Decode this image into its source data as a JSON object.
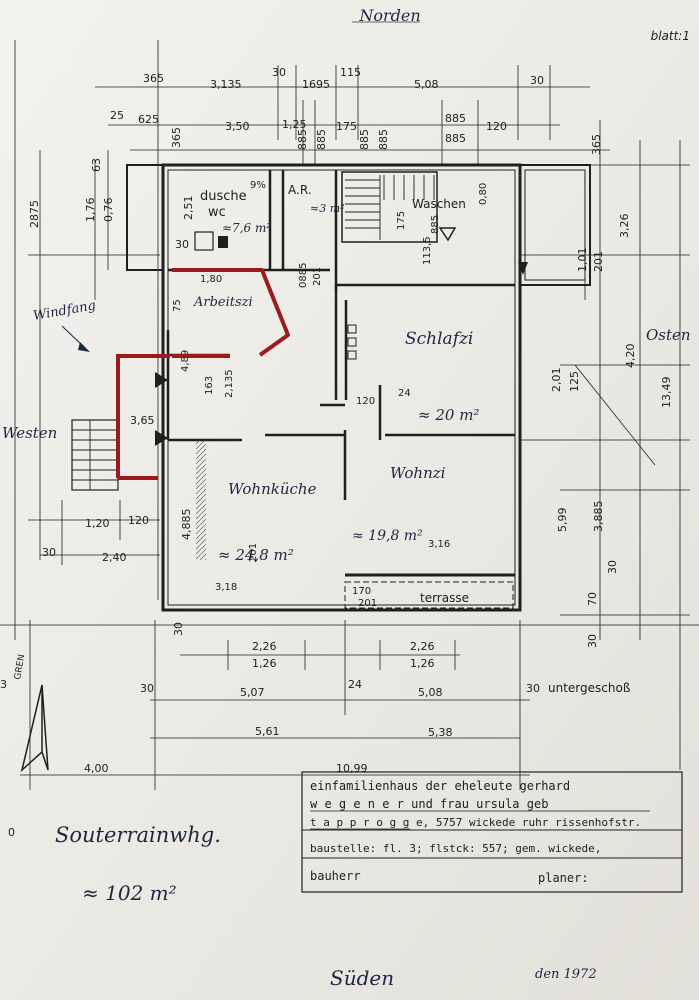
{
  "sheet_label": "blatt:1",
  "compass": {
    "north": "Norden",
    "south": "Süden",
    "east": "Osten",
    "west": "Westen"
  },
  "rooms": {
    "dusche": "dusche",
    "wc": "wc",
    "dusche_area": "≈7,6 m²",
    "dusche_slope": "9%",
    "ar": "A.R.",
    "ar_area": "≈3 m²",
    "waschen": "Waschen",
    "arbeitszi": "Arbeitszi",
    "schlafzi": "Schlafzi",
    "schlafzi_area": "≈ 20 m²",
    "wohnkueche": "Wohnküche",
    "wohnkueche_area": "≈ 24,8 m²",
    "wohnzi": "Wohnzi",
    "wohnzi_area": "≈ 19,8 m²",
    "windfang": "Windfang",
    "terrasse": "terrasse"
  },
  "title_block": {
    "line1": "einfamilienhaus der eheleute gerhard",
    "line2": "w e g e n e r und frau ursula geb",
    "line3": "t a p p r o g g e, 5757 wickede ruhr rissenhofstr.",
    "line4": "baustelle: fl. 3; flstck: 557; gem. wickede,",
    "bauherr": "bauherr",
    "planer": "planer:"
  },
  "floor_label": "untergeschoß",
  "handwritten": {
    "souterrain": "Souterrainwhg.",
    "total_area": "≈ 102 m²",
    "date": "den 1972"
  },
  "dims_top": {
    "row1": [
      "365",
      "3,135",
      "30",
      "1695",
      "115",
      "5,08",
      "30"
    ],
    "row2": [
      "25",
      "625",
      "3,50",
      "1,25",
      "175",
      "885",
      "120"
    ],
    "row3": [
      "365",
      "885",
      "885",
      "885",
      "885",
      "885",
      "365"
    ]
  },
  "dims_left": [
    "2875",
    "63",
    "1,76",
    "0,76",
    "2,51",
    "30",
    "3,65",
    "1,20",
    "120",
    "2,40",
    "30",
    "4,885"
  ],
  "dims_right": [
    "3,26",
    "1,01",
    "201",
    "4,20",
    "2,01",
    "125",
    "13,49",
    "5,99",
    "3,885",
    "30",
    "70",
    "30"
  ],
  "dims_inner": [
    "1,80",
    "75",
    "4,89",
    "163",
    "2,135",
    "120",
    "24",
    "0,80",
    "113,5",
    "175",
    "885",
    "201",
    "170",
    "201",
    "3,18",
    "3,16",
    "0885",
    "201"
  ],
  "dims_bottom": {
    "row1": [
      "2,26",
      "1,26",
      "2,26",
      "1,26"
    ],
    "row2": [
      "30",
      "5,07",
      "24",
      "5,08",
      "30"
    ],
    "row3": [
      "5,61",
      "5,38"
    ],
    "row4": [
      "4,00",
      "10,99"
    ],
    "misc": [
      "30",
      "0",
      "3",
      "GREN"
    ]
  },
  "annotation_color": "#9b1a1e"
}
